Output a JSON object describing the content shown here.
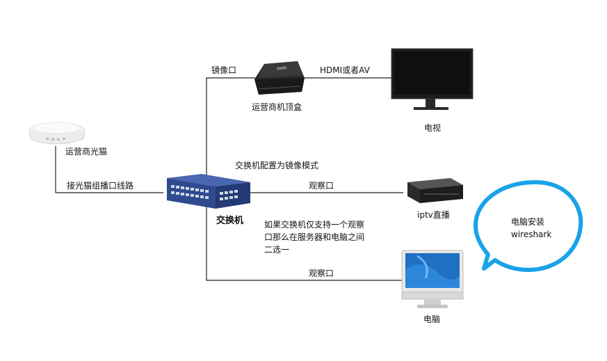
{
  "nodes": {
    "optical_modem": "运营商光猫",
    "settop_box": "运营商机顶盒",
    "tv": "电视",
    "switch": "交换机",
    "iptv_server": "iptv直播",
    "pc": "电脑"
  },
  "edges": {
    "modem_to_switch": "接光猫组播口线路",
    "switch_to_settop": "镜像口",
    "settop_to_tv": "HDMI或者AV",
    "switch_to_iptv": "观察口",
    "switch_to_pc": "观察口"
  },
  "annotations": {
    "switch_config": "交换机配置为镜像模式",
    "note_lines": [
      "如果交换机仅支持一个观察",
      "口那么在服务器和电脑之间",
      "二选一"
    ],
    "bubble_lines": [
      "电脑安装",
      "wireshark"
    ]
  },
  "colors": {
    "line": "#222222",
    "switch_body": "#2f4a8f",
    "bubble": "#1aa3e8"
  }
}
